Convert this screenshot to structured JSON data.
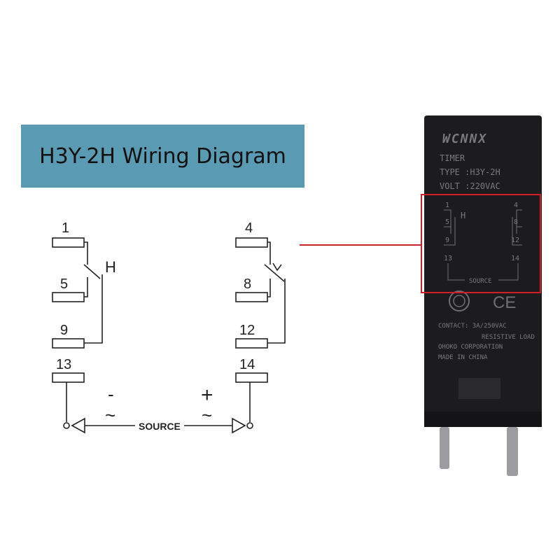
{
  "title": "H3Y-2H Wiring Diagram",
  "colors": {
    "banner": "#5a9ab2",
    "highlight": "#d21f27",
    "device_body": "#1c1c1e",
    "device_text": "#7a7a7e"
  },
  "terminals": {
    "t1": "1",
    "t5": "5",
    "t9": "9",
    "t13": "13",
    "t4": "4",
    "t8": "8",
    "t12": "12",
    "t14": "14"
  },
  "labels": {
    "h": "H",
    "minus": "-",
    "plus": "+",
    "tilde_left": "~",
    "tilde_right": "~",
    "source": "SOURCE"
  },
  "device": {
    "brand": "WCNNX",
    "line1": "TIMER",
    "line2": "TYPE :H3Y-2H",
    "line3": "VOLT :220VAC",
    "cert_mark": "CE",
    "contact": "CONTACT: 3A/250VAC",
    "load": "RESISTIVE LOAD",
    "maker": "OHOKO CORPORATION",
    "origin": "MADE IN CHINA",
    "inner": {
      "n1": "1",
      "n4": "4",
      "n5": "5",
      "n8": "8",
      "n9": "9",
      "n12": "12",
      "n13": "13",
      "n14": "14",
      "h": "H",
      "source": "SOURCE"
    }
  }
}
